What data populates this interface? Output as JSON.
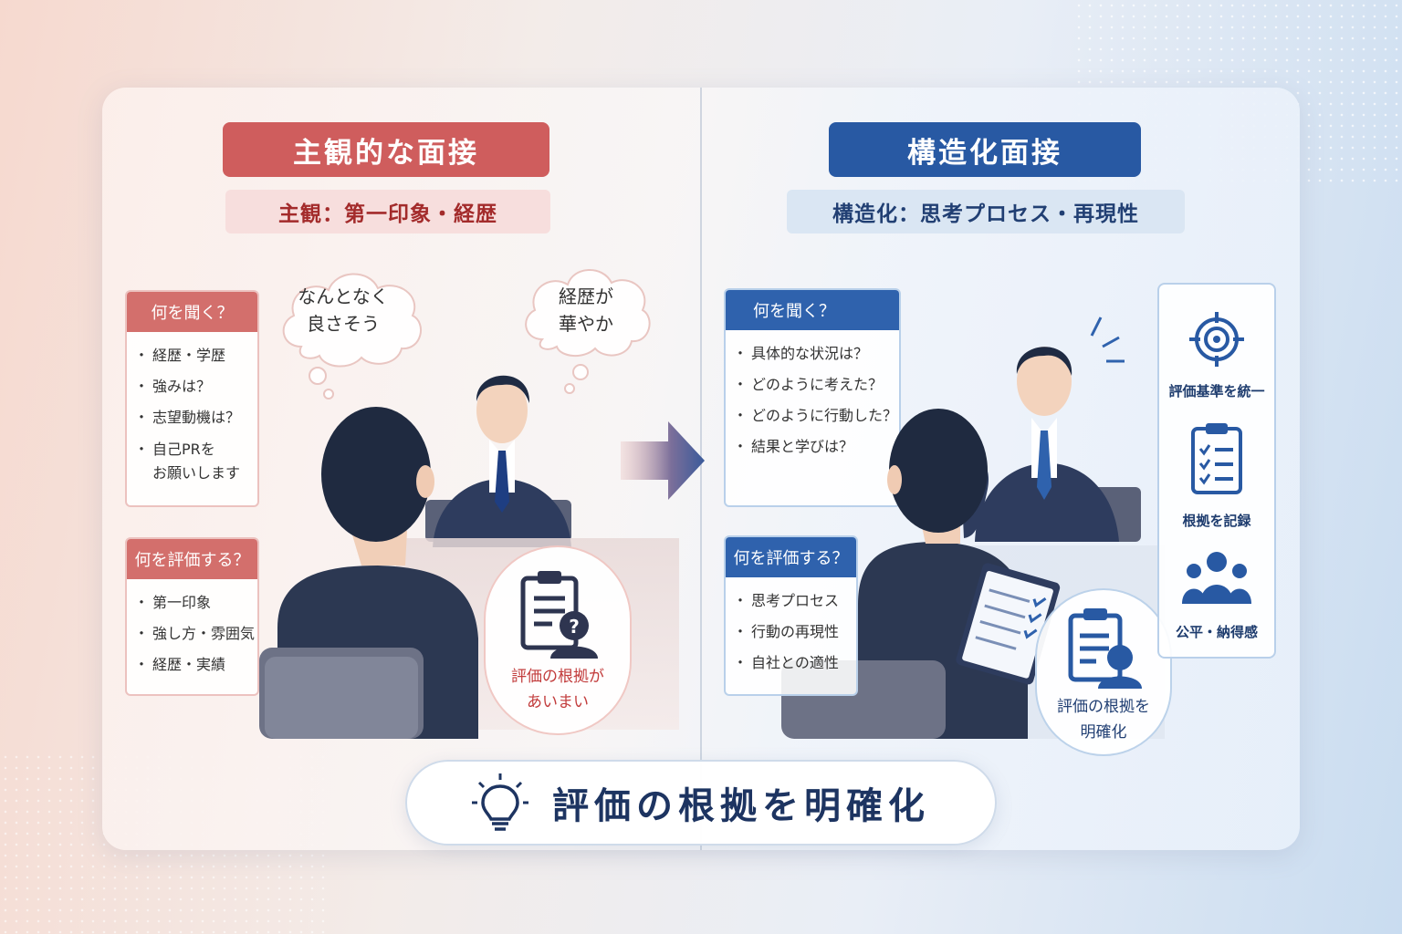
{
  "left": {
    "heading": "主観的な面接",
    "subheading": "主観：第一印象・経歴",
    "ask_card": {
      "title": "何を聞く？",
      "items": [
        "経歴・学歴",
        "強みは？",
        "志望動機は？",
        "自己PRを",
        "お願いします"
      ]
    },
    "eval_card": {
      "title": "何を評価する？",
      "items": [
        "第一印象",
        "強し方・雰囲気",
        "経歴・実績"
      ]
    },
    "thought_1": [
      "なんとなく",
      "良さそう"
    ],
    "thought_2": [
      "経歴が",
      "華やか"
    ],
    "evaluation_note": [
      "評価の根拠が",
      "あいまい"
    ]
  },
  "right": {
    "heading": "構造化面接",
    "subheading": "構造化：思考プロセス・再現性",
    "ask_card": {
      "title": "何を聞く？",
      "items": [
        "具体的な状況は？",
        "どのように考えた？",
        "どのように行動した？",
        "結果と学びは？"
      ]
    },
    "eval_card": {
      "title": "何を評価する？",
      "items": [
        "思考プロセス",
        "行動の再現性",
        "自社との適性"
      ]
    },
    "evaluation_note": [
      "評価の根拠を",
      "明確化"
    ],
    "features": [
      {
        "icon": "target-icon",
        "label": "評価基準を統一"
      },
      {
        "icon": "checklist-icon",
        "label": "根拠を記録"
      },
      {
        "icon": "people-icon",
        "label": "公平・納得感"
      }
    ]
  },
  "footer": {
    "title": "評価の根拠を明確化"
  },
  "colors": {
    "red_primary": "#cf5d5d",
    "blue_primary": "#2859a3",
    "navy_text": "#1d3461"
  }
}
